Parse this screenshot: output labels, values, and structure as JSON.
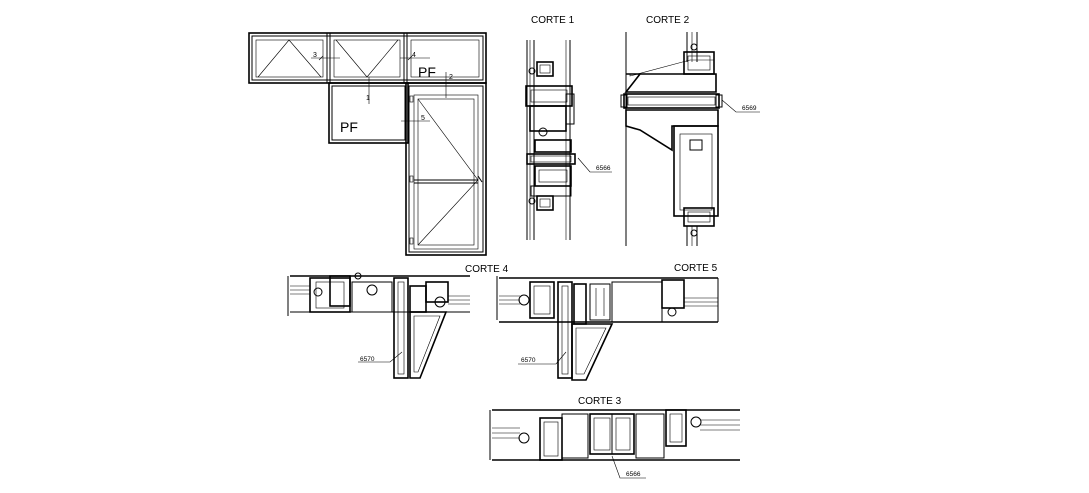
{
  "sections": {
    "corte1": {
      "title": "CORTE 1",
      "code": "6566"
    },
    "corte2": {
      "title": "CORTE 2",
      "code": "6569"
    },
    "corte3": {
      "title": "CORTE 3",
      "code": "6566"
    },
    "corte4": {
      "title": "CORTE 4",
      "code": "6570"
    },
    "corte5": {
      "title": "CORTE 5",
      "code": "6570"
    }
  },
  "elevation": {
    "pf_upper": "PF",
    "pf_lower": "PF",
    "refs": [
      "1",
      "2",
      "3",
      "4",
      "5"
    ]
  }
}
